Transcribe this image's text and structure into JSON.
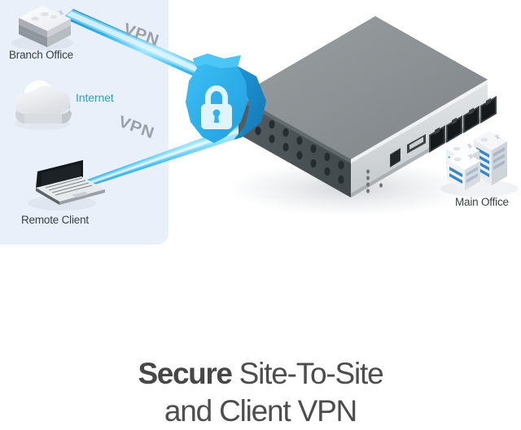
{
  "diagram": {
    "title_bold": "Secure",
    "title_rest": " Site-To-Site",
    "title_line2": "and Client VPN",
    "nodes": [
      {
        "id": "branch-office",
        "label": "Branch Office",
        "icon": "office-building-icon"
      },
      {
        "id": "internet",
        "label": "Internet",
        "icon": "cloud-icon"
      },
      {
        "id": "remote-client",
        "label": "Remote Client",
        "icon": "laptop-icon"
      },
      {
        "id": "main-office",
        "label": "Main Office",
        "icon": "office-buildings-icon"
      },
      {
        "id": "vpn-router",
        "label": "",
        "icon": "router-icon"
      },
      {
        "id": "vpn-shield",
        "label": "",
        "icon": "shield-lock-icon"
      }
    ],
    "links": [
      {
        "id": "link-branch-to-router",
        "label": "VPN",
        "from": "branch-office",
        "to": "vpn-router"
      },
      {
        "id": "link-client-to-router",
        "label": "VPN",
        "from": "remote-client",
        "to": "vpn-router"
      }
    ],
    "colors": {
      "panel_background": "#eaf0fa",
      "page_background": "#ffffff",
      "tunnel_blue": "#29a9e0",
      "tunnel_blue_light": "#8fe0f7",
      "shield_blue": "#2ab2ef",
      "shield_blue_dark": "#1a8fd0",
      "internet_text": "#2f9fb5",
      "label_text": "#3c4043",
      "vpn_tag_text": "#9aa2a8",
      "headline_text": "#4d4d4d",
      "router_top": "#8e9295",
      "router_front_dark": "#4b5357",
      "router_side_light": "#d7dadc",
      "building_window_blue": "#2f82c4"
    }
  }
}
